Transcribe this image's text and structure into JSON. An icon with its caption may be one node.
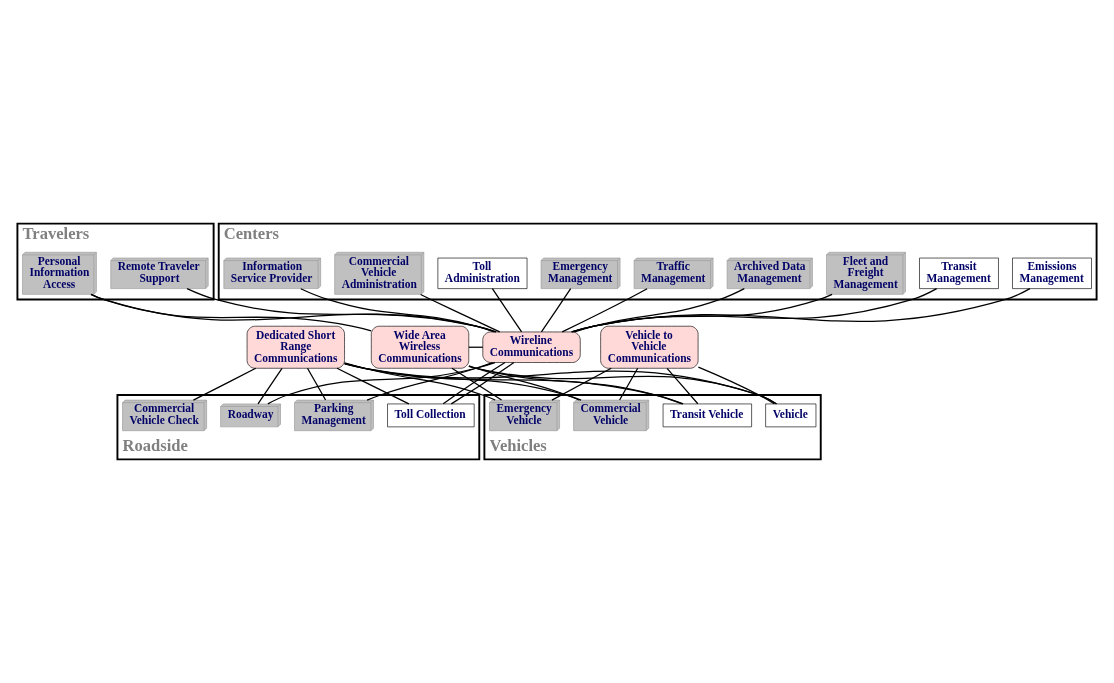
{
  "diagram": {
    "nodes": [
      {
        "text": [
          "Travelers"
        ]
      },
      {
        "text": [
          "Remote Traveler Support"
        ],
        "in": 0
      },
      {
        "text": [
          "Personal Information Access"
        ],
        "in": 0
      },
      {
        "text": [
          "Centers"
        ]
      },
      {
        "text": [
          "Traffic Management"
        ],
        "in": 3
      },
      {
        "text": [
          "Emergency Management"
        ],
        "in": 3
      },
      {
        "text": [
          "Toll Administration"
        ],
        "in": 3
      },
      {
        "text": [
          "Commercial Vehicle Administration"
        ],
        "in": 3
      },
      {
        "text": [
          "Information Service Provider"
        ],
        "in": 3
      },
      {
        "text": [
          "Emissions Management"
        ],
        "in": 3
      },
      {
        "text": [
          "Transit Management"
        ],
        "in": 3
      },
      {
        "text": [
          "Fleet and Freight Management"
        ],
        "in": 3
      },
      {
        "text": [
          "Archived Data Management"
        ],
        "in": 3
      },
      {
        "text": [
          "Vehicle to Vehicle Communications"
        ]
      },
      {
        "text": [
          "Wide Area Wireless Communications"
        ]
      },
      {
        "text": [
          "Wireline Communications"
        ]
      },
      {
        "text": [
          "Vehicles"
        ]
      },
      {
        "text": [
          "Vehicle"
        ],
        "in": 16
      },
      {
        "text": [
          "Transit Vehicle"
        ],
        "in": 16
      },
      {
        "text": [
          "Commercial Vehicle"
        ],
        "in": 16
      },
      {
        "text": [
          "Emergency Vehicle"
        ],
        "in": 16
      },
      {
        "text": [
          "Dedicated Short Range Communications"
        ]
      },
      {
        "text": [
          "Roadside"
        ]
      },
      {
        "text": [
          "Roadway"
        ],
        "in": 22
      },
      {
        "text": [
          "Toll Collection"
        ],
        "in": 22
      },
      {
        "text": [
          "Parking Management"
        ],
        "in": 22
      },
      {
        "text": [
          "Commercial Vehicle Check"
        ],
        "in": 22
      }
    ],
    "edges": [
      {
        "from": 2,
        "to": 14,
        "arrow": "none"
      },
      {
        "from": 1,
        "to": 15,
        "arrow": "none"
      },
      {
        "from": 2,
        "to": 15,
        "arrow": "none"
      },
      {
        "from": 4,
        "to": 15,
        "arrow": "none"
      },
      {
        "from": 9,
        "to": 15,
        "arrow": "none"
      },
      {
        "from": 5,
        "to": 15,
        "arrow": "none"
      },
      {
        "from": 10,
        "to": 15,
        "arrow": "none"
      },
      {
        "from": 6,
        "to": 15,
        "arrow": "none"
      },
      {
        "from": 11,
        "to": 15,
        "arrow": "none"
      },
      {
        "from": 7,
        "to": 15,
        "arrow": "none"
      },
      {
        "from": 12,
        "to": 15,
        "arrow": "none"
      },
      {
        "from": 8,
        "to": 15,
        "arrow": "none"
      },
      {
        "from": 14,
        "to": 15,
        "arrow": "none"
      },
      {
        "from": 14,
        "to": 17,
        "arrow": "none"
      },
      {
        "from": 14,
        "to": 18,
        "arrow": "none"
      },
      {
        "from": 14,
        "to": 19,
        "arrow": "none"
      },
      {
        "from": 14,
        "to": 20,
        "arrow": "none"
      },
      {
        "from": 15,
        "to": 23,
        "arrow": "none"
      },
      {
        "from": 15,
        "to": 24,
        "arrow": "none"
      },
      {
        "from": 15,
        "to": 24,
        "arrow": "none"
      },
      {
        "from": 15,
        "to": 25,
        "arrow": "none"
      },
      {
        "from": 13,
        "to": 17,
        "arrow": "none"
      },
      {
        "from": 13,
        "to": 18,
        "arrow": "none"
      },
      {
        "from": 13,
        "to": 19,
        "arrow": "none"
      },
      {
        "from": 13,
        "to": 20,
        "arrow": "none"
      },
      {
        "from": 17,
        "to": 21,
        "arrow": "none"
      },
      {
        "from": 18,
        "to": 21,
        "arrow": "none"
      },
      {
        "from": 19,
        "to": 21,
        "arrow": "none"
      },
      {
        "from": 20,
        "to": 21,
        "arrow": "none"
      },
      {
        "from": 21,
        "to": 23,
        "arrow": "none"
      },
      {
        "from": 21,
        "to": 24,
        "arrow": "none"
      },
      {
        "from": 21,
        "to": 25,
        "arrow": "none"
      },
      {
        "from": 21,
        "to": 26,
        "arrow": "none"
      }
    ]
  }
}
